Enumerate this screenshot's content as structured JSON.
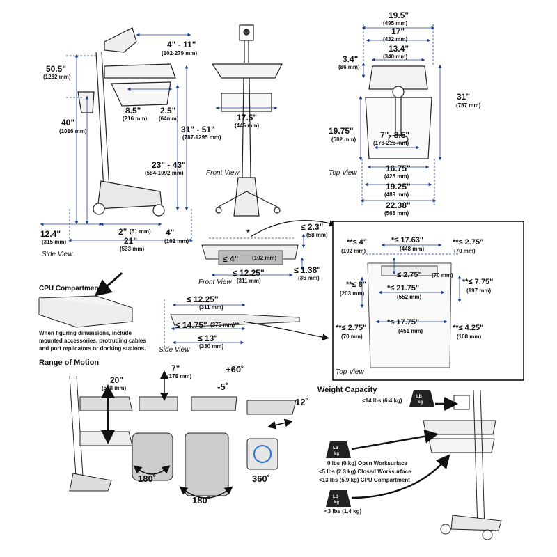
{
  "side_view": {
    "caption": "Side View",
    "dims": {
      "d4_11": {
        "main": "4\" - 11\"",
        "sub": "(102-279 mm)"
      },
      "d50_5": {
        "main": "50.5\"",
        "sub": "(1282 mm)"
      },
      "d40": {
        "main": "40\"",
        "sub": "(1016 mm)"
      },
      "d8_5": {
        "main": "8.5\"",
        "sub": "(216 mm)"
      },
      "d2_5": {
        "main": "2.5\"",
        "sub": "(64mm)"
      },
      "d31_51": {
        "main": "31\" - 51\"",
        "sub": "(787-1295 mm)"
      },
      "d23_43": {
        "main": "23\" - 43\"",
        "sub": "(584-1092 mm)"
      },
      "d12_4": {
        "main": "12.4\"",
        "sub": "(315 mm)"
      },
      "d2": {
        "main": "2\"",
        "sub": "(51 mm)"
      },
      "d4": {
        "main": "4\"",
        "sub": "(102 mm)"
      },
      "d21": {
        "main": "21\"",
        "sub": "(533 mm)"
      }
    }
  },
  "front_view": {
    "caption": "Front View",
    "dims": {
      "d17_5": {
        "main": "17.5\"",
        "sub": "(445 mm)"
      }
    }
  },
  "top_view": {
    "caption": "Top View",
    "dims": {
      "d19_5": {
        "main": "19.5\"",
        "sub": "(495 mm)"
      },
      "d17": {
        "main": "17\"",
        "sub": "(432 mm)"
      },
      "d13_4": {
        "main": "13.4\"",
        "sub": "(340 mm)"
      },
      "d3_4": {
        "main": "3.4\"",
        "sub": "(86 mm)"
      },
      "d31": {
        "main": "31\"",
        "sub": "(787 mm)"
      },
      "d19_75": {
        "main": "19.75\"",
        "sub": "(502 mm)"
      },
      "d7_8_5": {
        "main": "7\"- 8.5\"",
        "sub": "(178-216 mm)"
      },
      "d16_75": {
        "main": "16.75\"",
        "sub": "(425 mm)"
      },
      "d19_25": {
        "main": "19.25\"",
        "sub": "(489 mm)"
      },
      "d22_38": {
        "main": "22.38\"",
        "sub": "(568 mm)"
      }
    }
  },
  "worksurface_front": {
    "caption": "Front View",
    "star": "*",
    "dims": {
      "d2_3": {
        "main": "≤ 2.3\"",
        "sub": "(58 mm)"
      },
      "d4": {
        "main": "≤ 4\"",
        "sub": "(102 mm)"
      },
      "d12_25": {
        "main": "≤ 12.25\"",
        "sub": "(311 mm)"
      },
      "d1_38": {
        "main": "≤ 1.38\"",
        "sub": "(35 mm)"
      }
    }
  },
  "worksurface_side": {
    "caption": "Side View",
    "dims": {
      "d12_25": {
        "main": "≤ 12.25\"",
        "sub": "(311 mm)"
      },
      "d14_75": {
        "main": "≤ 14.75\"",
        "sub": "(375 mm)**"
      },
      "d13": {
        "main": "≤ 13\"",
        "sub": "(330 mm)"
      }
    }
  },
  "cpu_compartment": {
    "title": "CPU Compartment",
    "note": [
      "When figuring dimensions, include",
      "mounted accessories, protruding cables",
      "and port replicators or docking stations."
    ]
  },
  "detail_top_view": {
    "caption": "Top View",
    "dims": {
      "d4": {
        "main": "**≤ 4\"",
        "sub": "(102 mm)"
      },
      "d17_63": {
        "main": "*≤ 17.63\"",
        "sub": "(448 mm)"
      },
      "d2_75a": {
        "main": "**≤ 2.75\"",
        "sub": "(70 mm)"
      },
      "d2_75b": {
        "main": "≤ 2.75\"",
        "sub": "(70 mm)"
      },
      "d8": {
        "main": "**≤ 8\"",
        "sub": "(203 mm)"
      },
      "d21_75": {
        "main": "*≤ 21.75\"",
        "sub": "(552 mm)"
      },
      "d7_75": {
        "main": "**≤ 7.75\"",
        "sub": "(197 mm)"
      },
      "d2_75c": {
        "main": "**≤ 2.75\"",
        "sub": "(70 mm)"
      },
      "d17_75": {
        "main": "*≤ 17.75\"",
        "sub": "(451 mm)"
      },
      "d4_25": {
        "main": "**≤ 4.25\"",
        "sub": "(108 mm)"
      }
    }
  },
  "range_of_motion": {
    "title": "Range of Motion",
    "dims": {
      "d20": {
        "main": "20\"",
        "sub": "(508 mm)"
      },
      "d7": {
        "main": "7\"",
        "sub": "(178 mm)"
      }
    },
    "angles": [
      "+60˚",
      "-5˚",
      "12˚",
      "180˚",
      "180˚",
      "360˚"
    ]
  },
  "weight_capacity": {
    "title": "Weight Capacity",
    "badge_top": "LB",
    "badge_bottom": "kg",
    "top": "<14 lbs (6.4 kg)",
    "middle": [
      "0 lbs (0 kg)  Open Worksurface",
      "<5 lbs (2.3 kg) Closed Worksurface",
      "<13 lbs (5.9 kg) CPU Compartment"
    ],
    "bottom": "<3 lbs (1.4 kg)"
  }
}
